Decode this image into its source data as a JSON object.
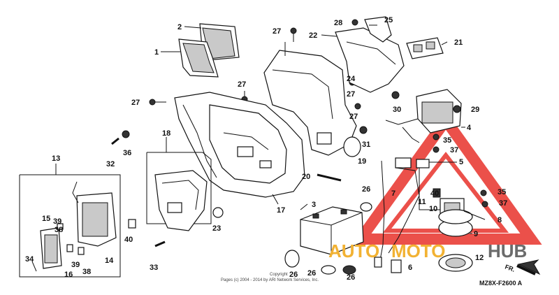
{
  "labels": {
    "l1": "1",
    "l2": "2",
    "l3": "3",
    "l4": "4",
    "l5": "5",
    "l6": "6",
    "l7": "7",
    "l8": "8",
    "l9": "9",
    "l10": "10",
    "l11": "11",
    "l12": "12",
    "l13": "13",
    "l14": "14",
    "l15": "15",
    "l16": "16",
    "l17": "17",
    "l18": "18",
    "l19": "19",
    "l20": "20",
    "l21": "21",
    "l22": "22",
    "l23": "23",
    "l24": "24",
    "l25": "25",
    "l26a": "26",
    "l26b": "26",
    "l26c": "26",
    "l26d": "26",
    "l27a": "27",
    "l27b": "27",
    "l27c": "27",
    "l27d": "27",
    "l27e": "27",
    "l28": "28",
    "l29": "29",
    "l30": "30",
    "l31": "31",
    "l32": "32",
    "l33": "33",
    "l34": "34",
    "l35a": "35",
    "l35b": "35",
    "l36": "36",
    "l37a": "37",
    "l37b": "37",
    "l38a": "38",
    "l38b": "38",
    "l39a": "39",
    "l39b": "39",
    "l40a": "40",
    "l40b": "40"
  },
  "copyright": "Copyright",
  "copyright_sub": "Pages (c) 2004 - 2014 by ARI Network Services, Inc.",
  "fr_label": "FR.",
  "diagram_code": "MZ8X-F2600 A",
  "watermark": {
    "left": "AUTO",
    "mid": "MOTO",
    "right": "HUB",
    "color_red": "#e8322b",
    "color_yellow": "#f2b233",
    "color_gray": "#6b6b6b"
  }
}
